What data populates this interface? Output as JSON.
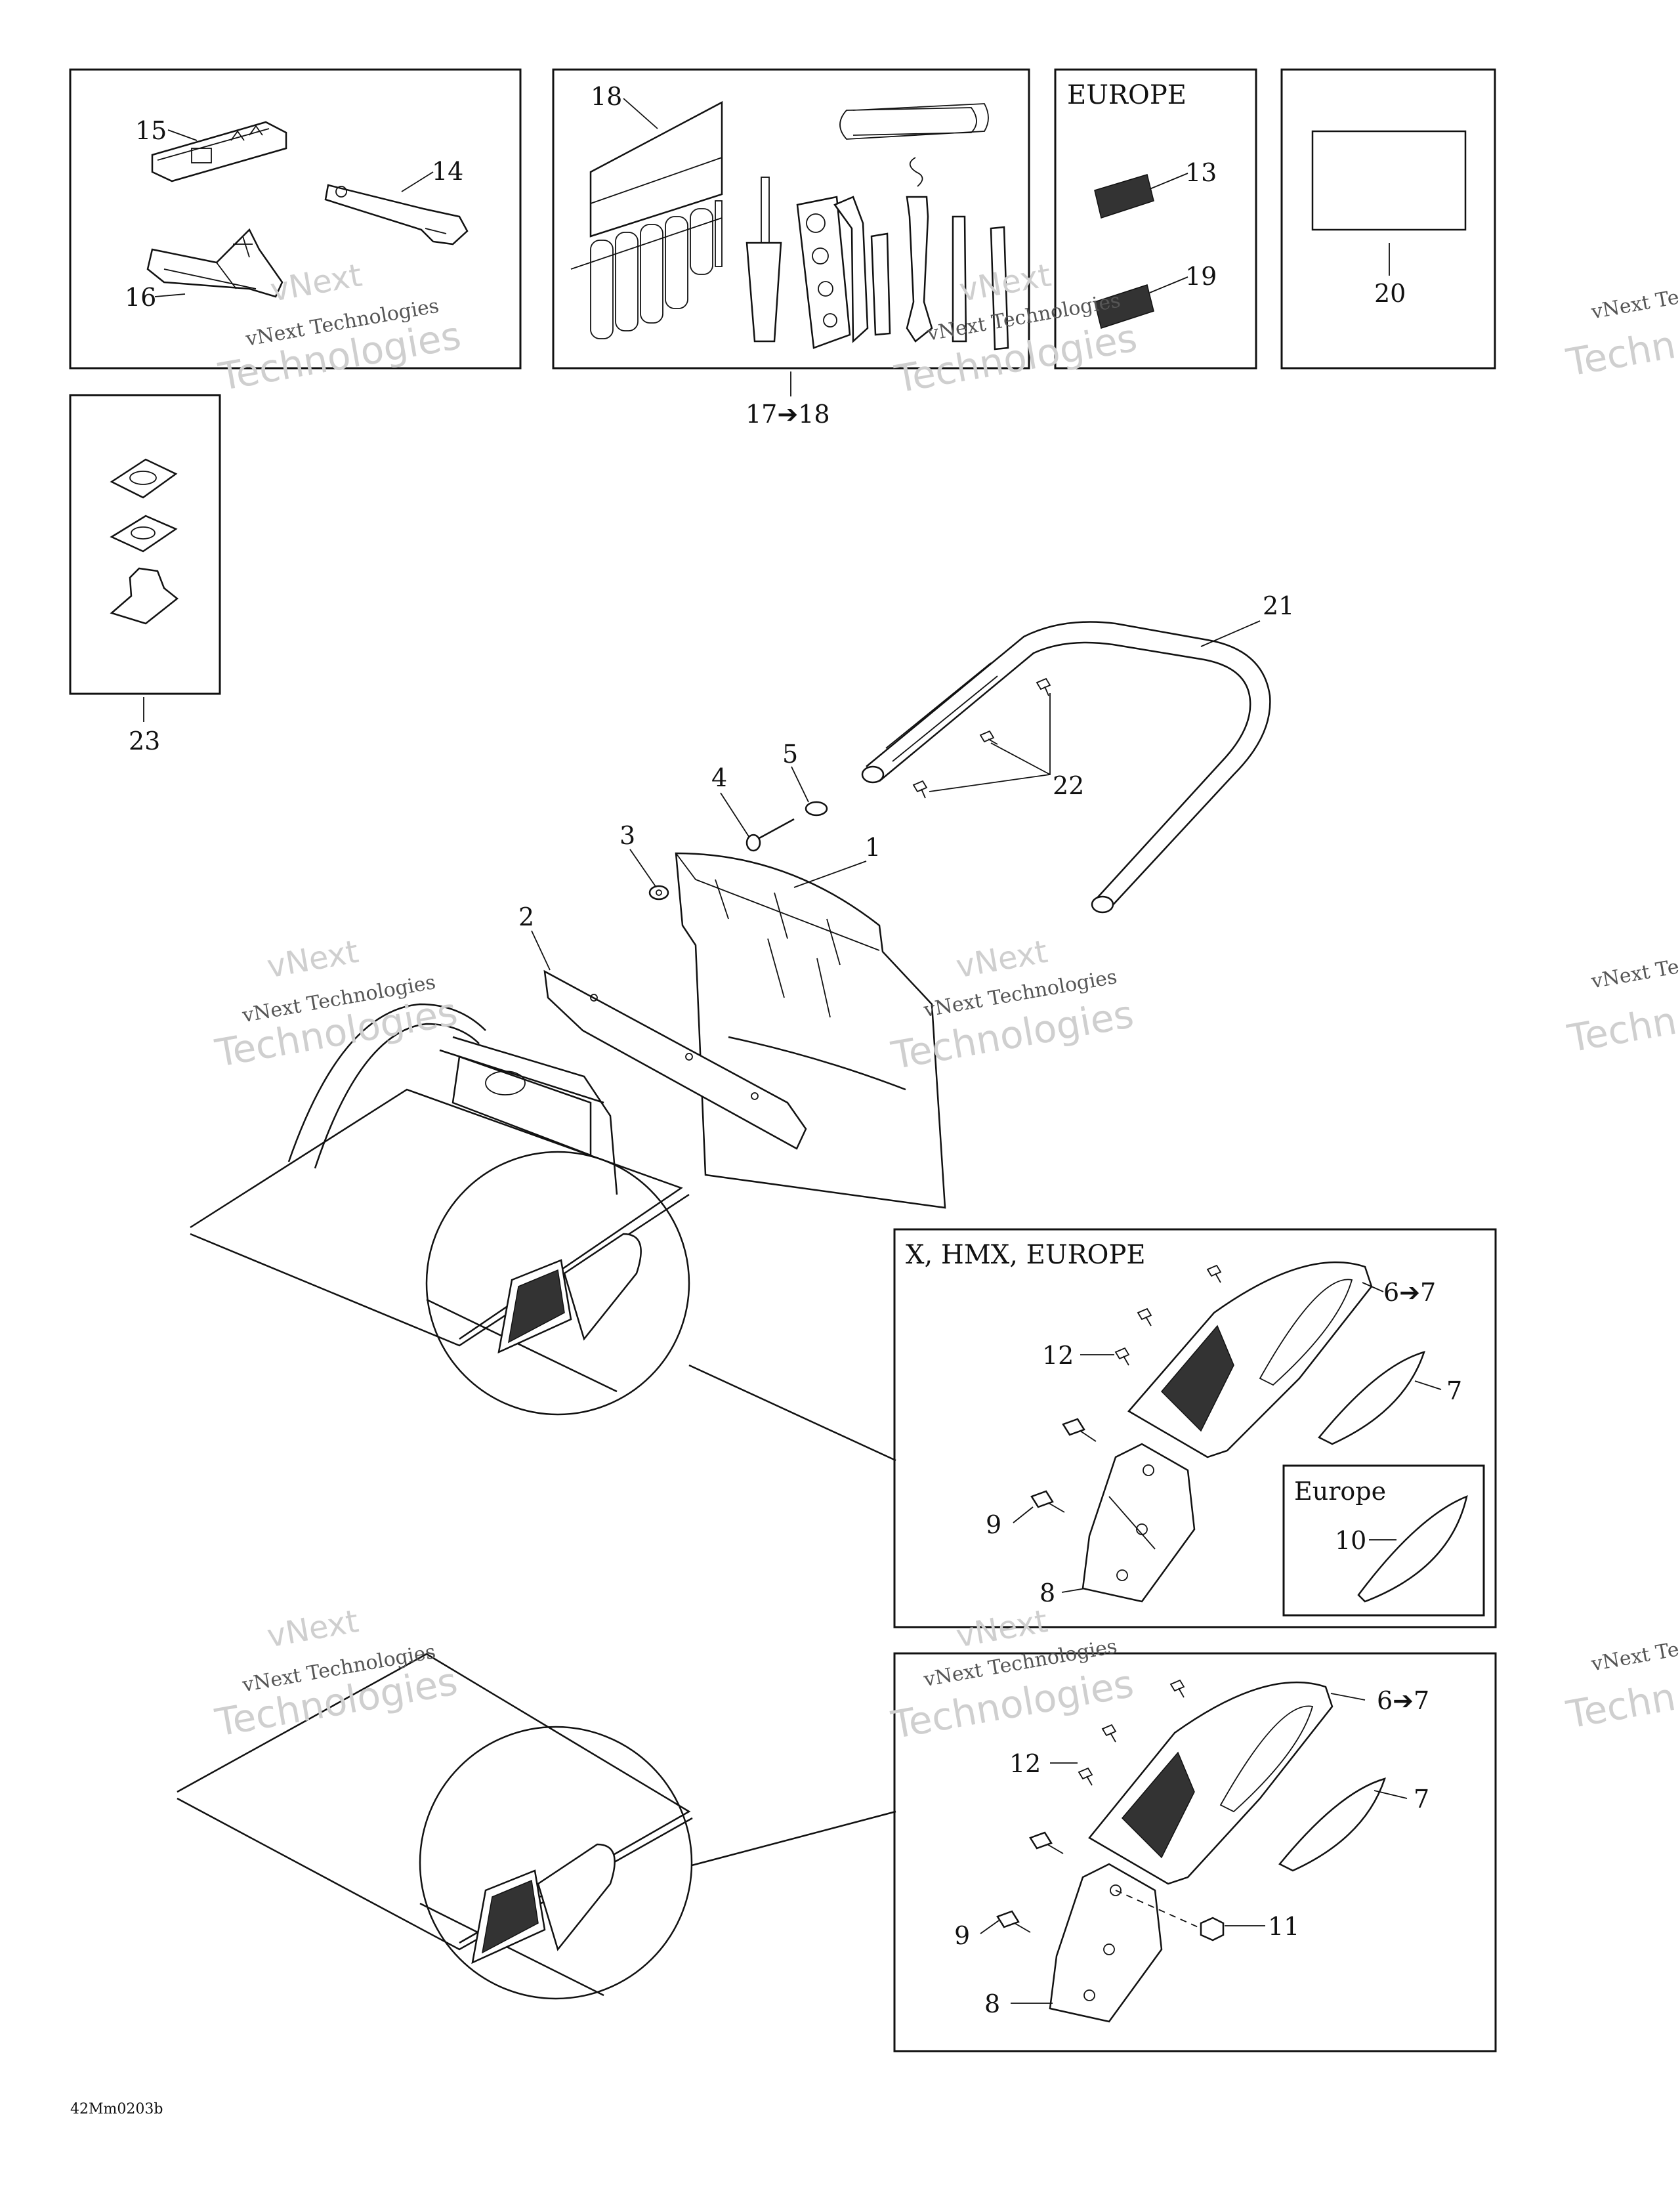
{
  "header_labels": {
    "europe_box": "EUROPE",
    "x_hmx_europe_box": "X, HMX, EUROPE",
    "europe_inset": "Europe"
  },
  "callouts": {
    "c1": "1",
    "c2": "2",
    "c3": "3",
    "c4": "4",
    "c5": "5",
    "c6_7_top": "6➔7",
    "c7_top": "7",
    "c6_7_bottom": "6➔7",
    "c7_bottom": "7",
    "c8_top": "8",
    "c8_bottom": "8",
    "c9_top": "9",
    "c9_bottom": "9",
    "c10": "10",
    "c11": "11",
    "c12_top": "12",
    "c12_bottom": "12",
    "c13": "13",
    "c14": "14",
    "c15": "15",
    "c16": "16",
    "c17_18": "17➔18",
    "c18": "18",
    "c19": "19",
    "c20": "20",
    "c21": "21",
    "c22": "22",
    "c23": "23"
  },
  "watermark": {
    "brand_small": "vNext Technologies",
    "brand_big_1": "vNext",
    "brand_big_2": "Technologies",
    "brand_cut_small": "vNext Te",
    "brand_cut_big": "Techn"
  },
  "drawing_code": "42Mm0203b"
}
